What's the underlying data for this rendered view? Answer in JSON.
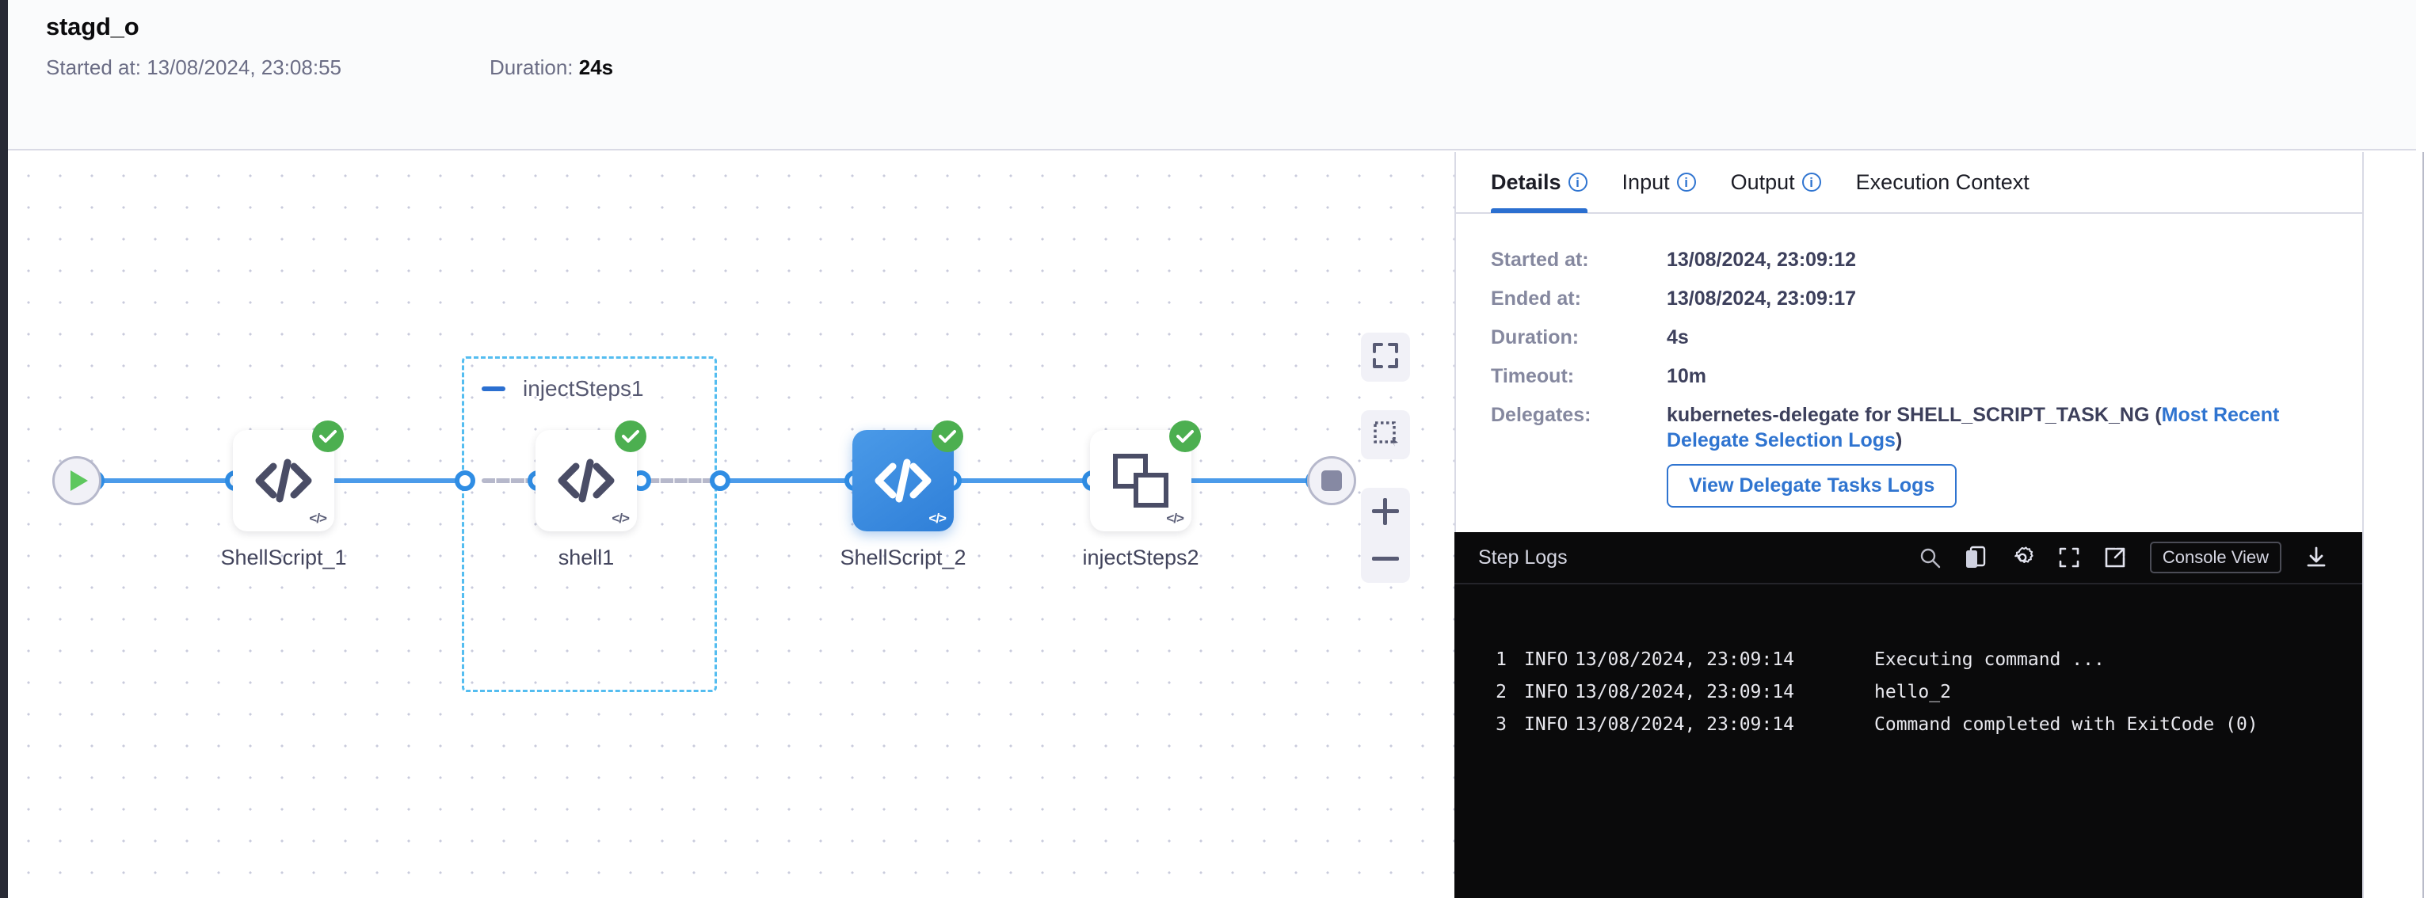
{
  "header": {
    "title": "stagd_o",
    "started_label": "Started at:",
    "started_value": "13/08/2024, 23:08:55",
    "duration_label": "Duration:",
    "duration_value": "24s"
  },
  "canvas": {
    "start_node": "start-node",
    "end_node": "end-node",
    "group": {
      "title": "injectSteps1"
    },
    "nodes": [
      {
        "label": "ShellScript_1",
        "type": "</>",
        "status": "success",
        "selected": false
      },
      {
        "label": "shell1",
        "type": "</>",
        "status": "success",
        "selected": false
      },
      {
        "label": "ShellScript_2",
        "type": "</>",
        "status": "success",
        "selected": true
      },
      {
        "label": "injectSteps2",
        "type": "</>",
        "status": "success",
        "selected": false
      }
    ],
    "controls": {
      "fit": "fit-to-screen",
      "select": "selection-box",
      "zoom_in": "+",
      "zoom_out": "–"
    }
  },
  "panel": {
    "tabs": [
      {
        "label": "Details",
        "has_info": true,
        "active": true
      },
      {
        "label": "Input",
        "has_info": true,
        "active": false
      },
      {
        "label": "Output",
        "has_info": true,
        "active": false
      },
      {
        "label": "Execution Context",
        "has_info": false,
        "active": false
      }
    ],
    "details": {
      "started_label": "Started at:",
      "started_value": "13/08/2024, 23:09:12",
      "ended_label": "Ended at:",
      "ended_value": "13/08/2024, 23:09:17",
      "duration_label": "Duration:",
      "duration_value": "4s",
      "timeout_label": "Timeout:",
      "timeout_value": "10m",
      "delegates_label": "Delegates:",
      "delegates_value": "kubernetes-delegate for SHELL_SCRIPT_TASK_NG (",
      "delegates_link": "Most Recent Delegate Selection Logs",
      "delegates_tail": ")",
      "view_logs_button": "View Delegate Tasks Logs"
    }
  },
  "logs": {
    "title": "Step Logs",
    "console_view_label": "Console View",
    "tools": [
      "search-icon",
      "copy-icon",
      "gear-icon",
      "expand-icon",
      "external-link-icon",
      "download-icon"
    ],
    "lines": [
      {
        "num": "1",
        "level": "INFO",
        "time": "13/08/2024, 23:09:14",
        "message": "Executing command ..."
      },
      {
        "num": "2",
        "level": "INFO",
        "time": "13/08/2024, 23:09:14",
        "message": "hello_2"
      },
      {
        "num": "3",
        "level": "INFO",
        "time": "13/08/2024, 23:09:14",
        "message": "Command completed with ExitCode (0)"
      }
    ]
  },
  "colors": {
    "accent": "#2b6fd0",
    "edge": "#4b9bea",
    "success": "#4caf50",
    "group_border": "#54bdf0",
    "panel_bg": "#0a0a0b"
  }
}
